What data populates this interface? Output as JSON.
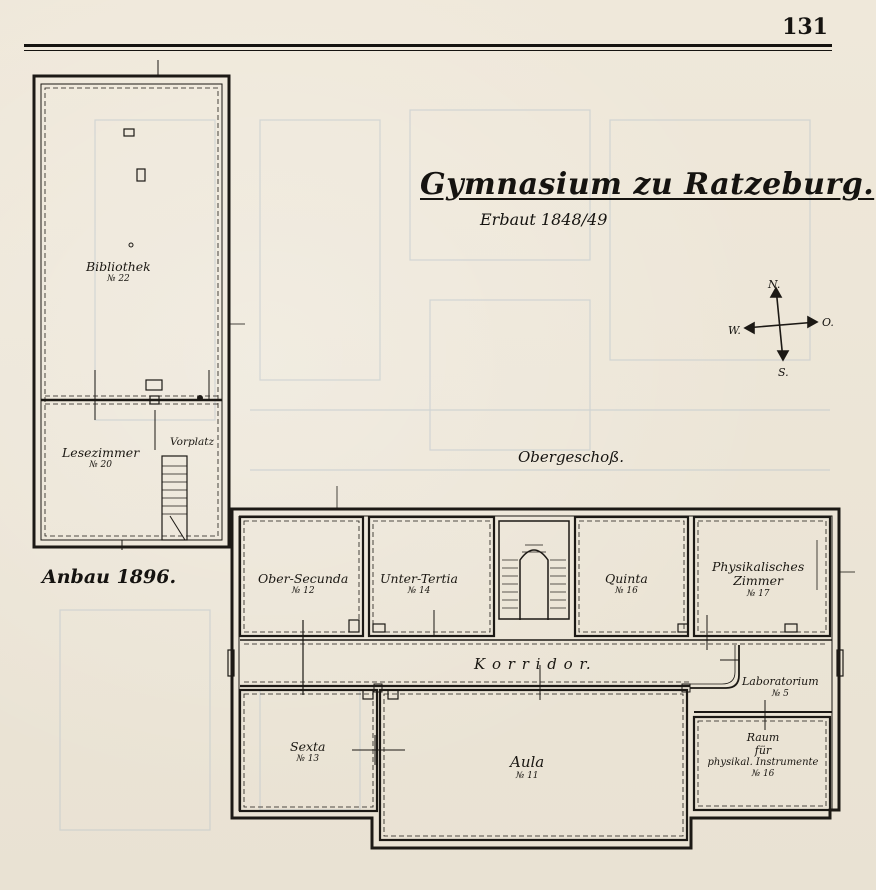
{
  "page": {
    "number": "131"
  },
  "drawing": {
    "title": "Gymnasium zu Ratzeburg.",
    "subtitle": "Erbaut 1848/49",
    "floor_label": "Obergeschoß.",
    "annex_label": "Anbau 1896."
  },
  "compass": {
    "north": "N.",
    "south": "S.",
    "east": "O.",
    "west": "W."
  },
  "rooms": {
    "bibliothek": {
      "name": "Bibliothek",
      "number": "№ 22"
    },
    "lesezimmer": {
      "name": "Lesezimmer",
      "number": "№ 20"
    },
    "vorplatz": {
      "name": "Vorplatz"
    },
    "ober_secunda": {
      "name": "Ober-Secunda",
      "number": "№ 12"
    },
    "unter_tertia": {
      "name": "Unter-Tertia",
      "number": "№ 14"
    },
    "quinta": {
      "name": "Quinta",
      "number": "№ 16"
    },
    "physikalisches": {
      "name": "Physikalisches",
      "name2": "Zimmer",
      "number": "№ 17"
    },
    "korridor": {
      "name": "K o r r i d o r."
    },
    "laboratorium": {
      "name": "Laboratorium",
      "number": "№ 5"
    },
    "sexta": {
      "name": "Sexta",
      "number": "№ 13"
    },
    "aula": {
      "name": "Aula",
      "number": "№ 11"
    },
    "raum": {
      "name": "Raum",
      "name2": "für",
      "name3": "physikal. Instrumente",
      "number": "№ 16"
    }
  }
}
